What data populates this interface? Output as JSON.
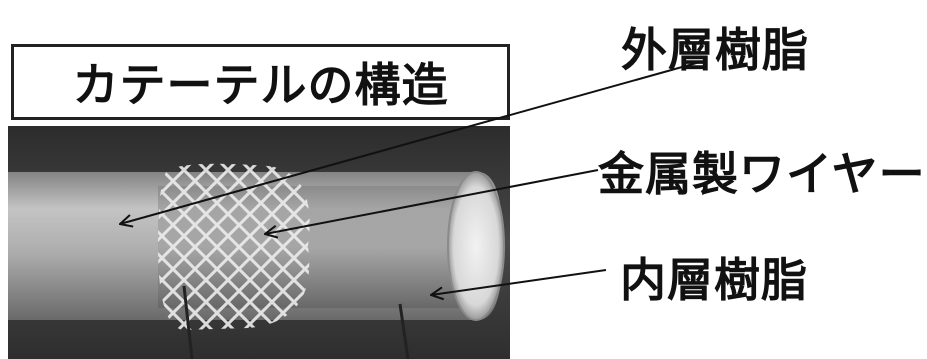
{
  "diagram": {
    "title": "カテーテルの構造",
    "labels": {
      "outer_layer": "外層樹脂",
      "metal_wire": "金属製ワイヤー",
      "inner_layer": "内層樹脂"
    }
  },
  "colors": {
    "photo_background": "#3a3a3a",
    "tube": "#b9b9b9",
    "braid": "#e6e6e6",
    "text": "#111111",
    "arrow": "#111111"
  }
}
